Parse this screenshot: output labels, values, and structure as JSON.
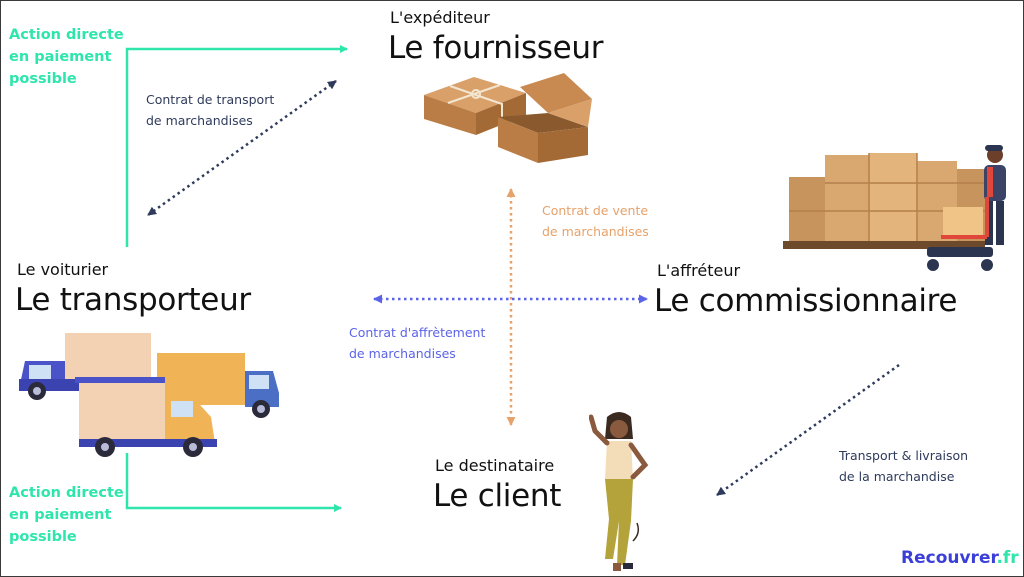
{
  "colors": {
    "action_green": "#2ee6ab",
    "transport_contract": "#2f3b5c",
    "sale_contract": "#e6a26b",
    "charter_contract": "#5b63e8",
    "text_dark": "#111111",
    "brand_blue": "#3b3fd9"
  },
  "actions": {
    "top": [
      "Action directe",
      "en paiement",
      "possible"
    ],
    "bottom": [
      "Action directe",
      "en paiement",
      "possible"
    ]
  },
  "parties": {
    "supplier": {
      "role": "L'expéditeur",
      "name": "Le fournisseur"
    },
    "carrier": {
      "role": "Le voiturier",
      "name": "Le transporteur"
    },
    "charterer": {
      "role": "L'affréteur",
      "name": "Le commissionnaire"
    },
    "client": {
      "role": "Le destinataire",
      "name": "Le client"
    }
  },
  "contracts": {
    "transport": [
      "Contrat de transport",
      "de marchandises"
    ],
    "sale": [
      "Contrat de vente",
      "de marchandises"
    ],
    "charter": [
      "Contrat d'affrètement",
      "de marchandises"
    ],
    "delivery": [
      "Transport & livraison",
      "de la marchandise"
    ]
  },
  "brand": {
    "name": "Recouvrer",
    "suffix": ".fr"
  },
  "illustrations": {
    "supplier": "cardboard-boxes",
    "carrier": "delivery-trucks",
    "charterer": "warehouse-worker-with-pallets",
    "client": "woman-standing"
  }
}
